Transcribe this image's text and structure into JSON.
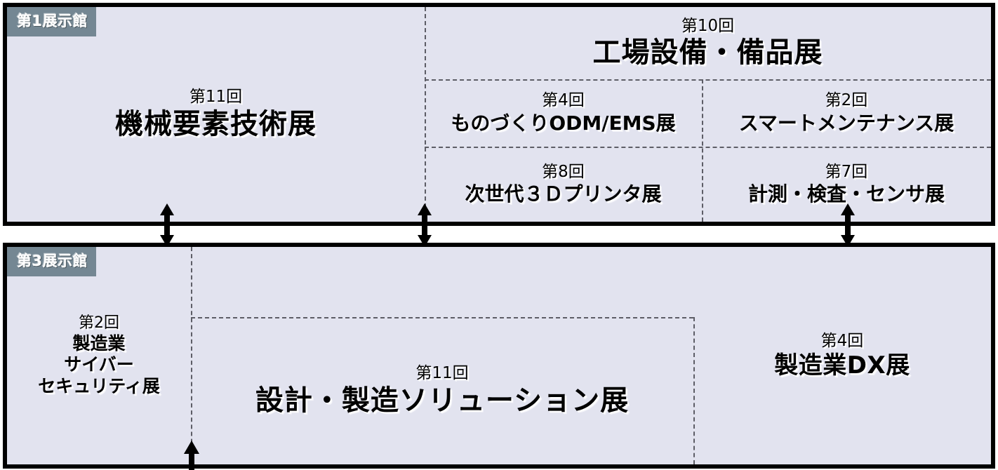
{
  "halls": [
    {
      "id": "hall-1",
      "badge": "第1展示館",
      "zones": [
        {
          "name": "machine-elements",
          "edition": "第11回",
          "title": "機械要素技術展"
        },
        {
          "name": "factory-equipment",
          "edition": "第10回",
          "title": "工場設備・備品展"
        },
        {
          "name": "odm-ems",
          "edition": "第4回",
          "title": "ものづくりODM/EMS展"
        },
        {
          "name": "smart-maintenance",
          "edition": "第2回",
          "title": "スマートメンテナンス展"
        },
        {
          "name": "3d-printer",
          "edition": "第8回",
          "title": "次世代３Ｄプリンタ展"
        },
        {
          "name": "measurement-inspection-sensor",
          "edition": "第7回",
          "title": "計測・検査・センサ展"
        }
      ]
    },
    {
      "id": "hall-3",
      "badge": "第3展示館",
      "zones": [
        {
          "name": "cyber-security",
          "edition": "第2回",
          "title": "製造業\nサイバー\nセキュリティ展"
        },
        {
          "name": "design-manufacturing-solution",
          "edition": "第11回",
          "title": "設計・製造ソリューション展"
        },
        {
          "name": "manufacturing-dx",
          "edition": "第4回",
          "title": "製造業DX展"
        }
      ]
    }
  ],
  "connectors": [
    {
      "name": "connector-arrow-1",
      "direction": "double-vertical"
    },
    {
      "name": "connector-arrow-2",
      "direction": "double-vertical"
    },
    {
      "name": "connector-arrow-3",
      "direction": "double-vertical"
    },
    {
      "name": "connector-arrow-4",
      "direction": "up"
    }
  ],
  "colors": {
    "hall_fill": "#e2e3ef",
    "hall_border": "#000000",
    "badge_bg": "#748793",
    "badge_text": "#ffffff",
    "divider": "#5d5d66"
  }
}
